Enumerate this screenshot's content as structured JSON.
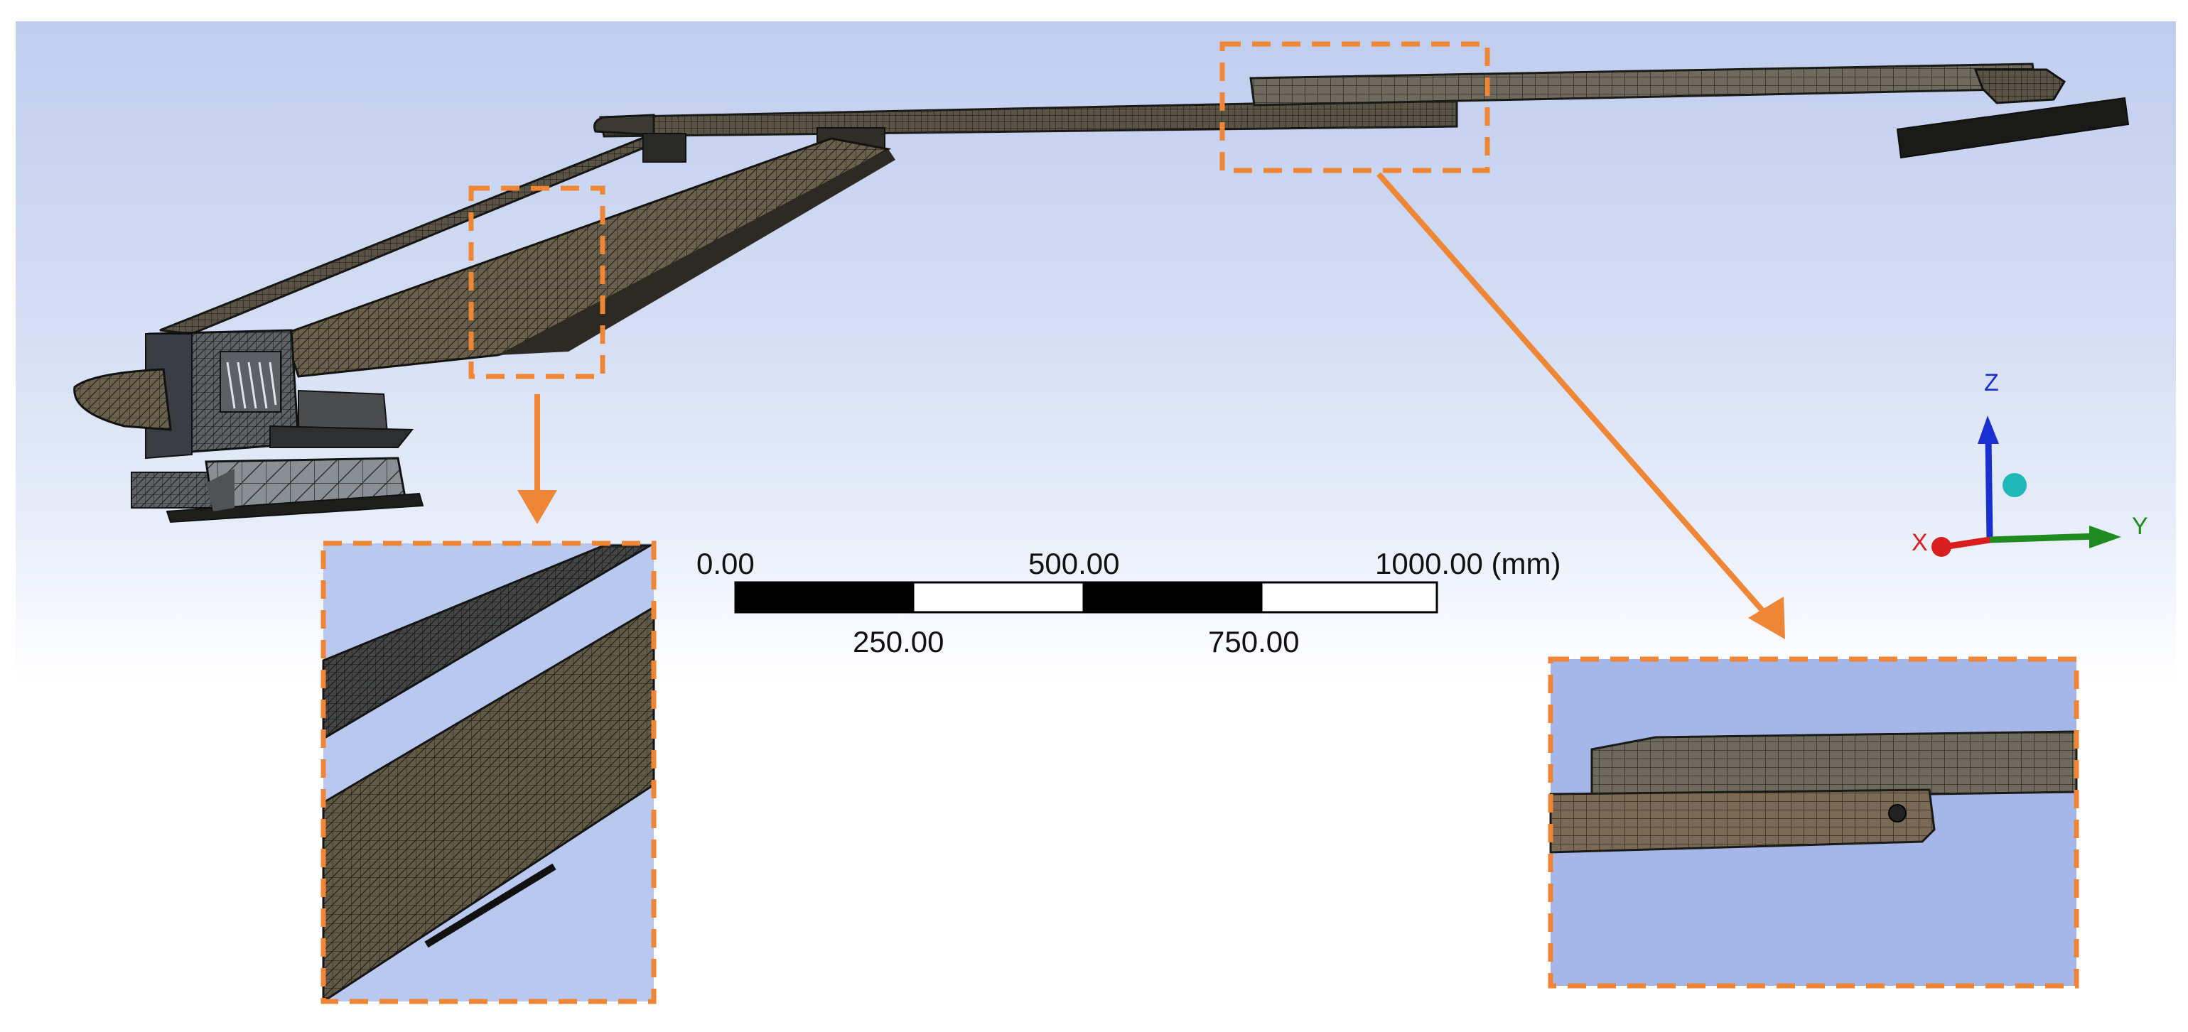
{
  "scale_bar": {
    "top_labels": [
      "0.00",
      "500.00",
      "1000.00 (mm)"
    ],
    "bottom_labels": [
      "250.00",
      "750.00"
    ]
  },
  "triad": {
    "x_label": "X",
    "y_label": "Y",
    "z_label": "Z",
    "x_color": "#d81e1e",
    "y_color": "#1f8a1f",
    "z_color": "#1a2fd0"
  },
  "colors": {
    "callout": "#ee8636",
    "mesh_dark": "#2e2e2a",
    "mesh_brown": "#6f6552",
    "viewport_top": "#c0cdee"
  },
  "icons": [
    "mesh-model",
    "detail-callout-left",
    "detail-callout-right",
    "coordinate-triad-icon"
  ]
}
